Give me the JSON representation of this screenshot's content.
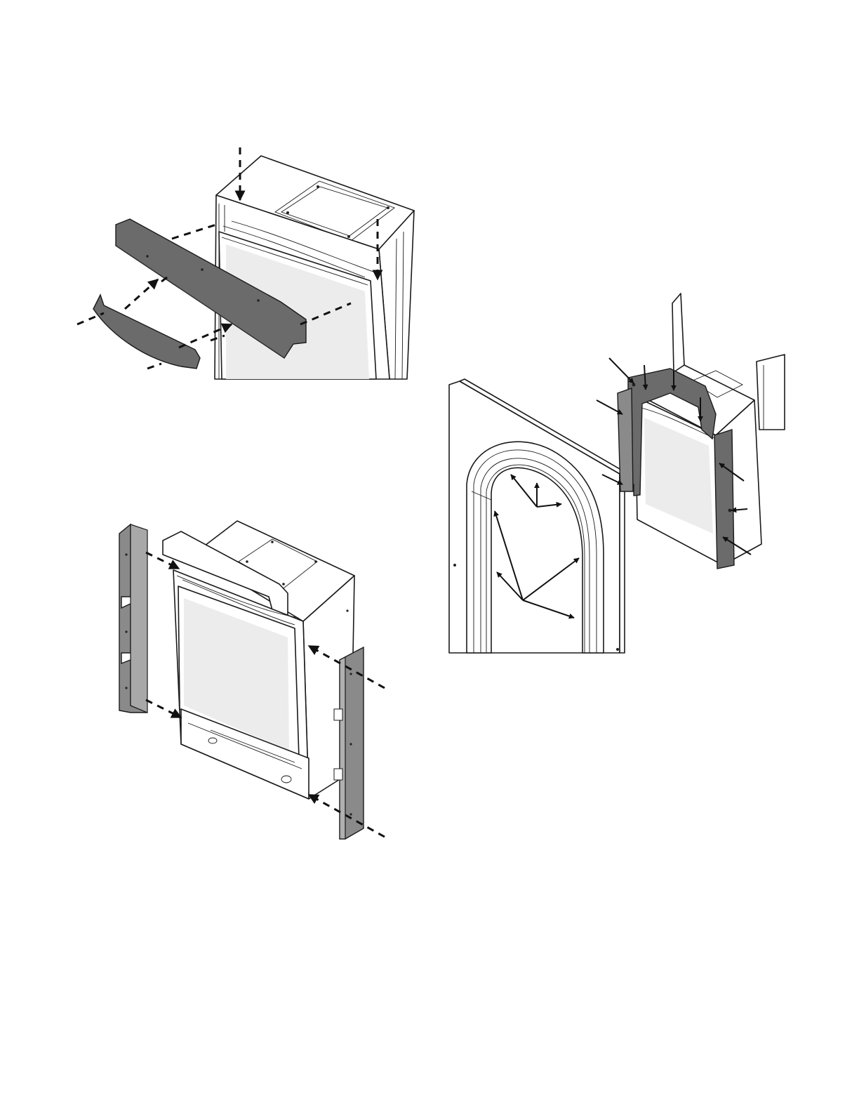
{
  "figures": [
    {
      "id": "upper-shroud-install",
      "caption": ""
    },
    {
      "id": "side-panel-install",
      "caption": ""
    },
    {
      "id": "surround-install",
      "caption": ""
    }
  ],
  "colors": {
    "outline": "#1a1a1a",
    "shroud": "#6b6b6b",
    "panel": "#8a8a8a",
    "glass": "#ececec",
    "background": "#ffffff"
  }
}
